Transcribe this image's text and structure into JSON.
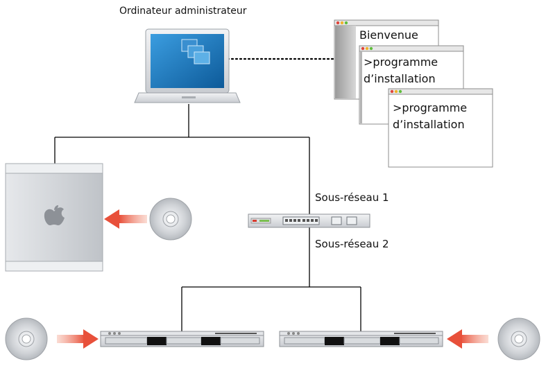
{
  "labels": {
    "admin_computer": "Ordinateur administrateur",
    "subnet1": "Sous-réseau 1",
    "subnet2": "Sous-réseau 2"
  },
  "windows": {
    "back_title": "Bienvenue",
    "mid_text_line1": ">programme",
    "mid_text_line2": "d’installation",
    "front_text_line1": ">programme",
    "front_text_line2": "d’installation"
  },
  "colors": {
    "arrow": "#e8503a",
    "line": "#000000",
    "screen": "#1a73b5"
  },
  "icons": [
    "laptop-icon",
    "window-icon",
    "tower-server-icon",
    "apple-logo-icon",
    "cd-disc-icon",
    "network-switch-icon",
    "rack-server-icon",
    "arrow-icon"
  ]
}
